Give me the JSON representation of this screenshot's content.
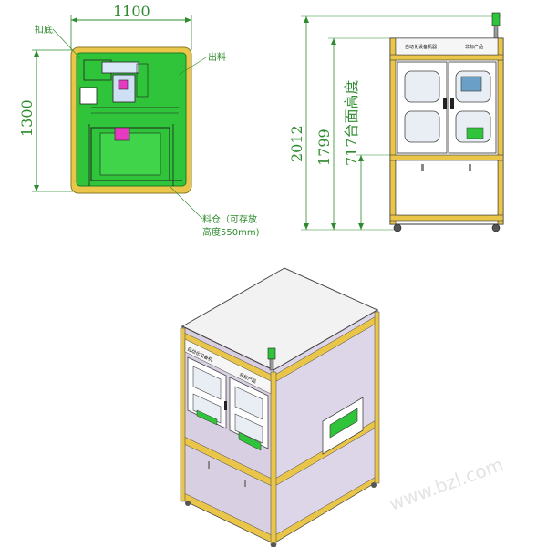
{
  "watermark": "www.bzl.com",
  "top_view": {
    "width_label": "1100",
    "height_label": "1300",
    "label_fill_side": "扣底",
    "label_discharge": "出料",
    "label_bin_line1": "料仓（可存放",
    "label_bin_line2": "高度550mm)"
  },
  "front_view": {
    "total_height_label": "2012",
    "mid_height_label": "1799",
    "table_height_label": "717台面高度",
    "panel_title": "自动化设备机器",
    "panel_subtitle": "非标产品"
  },
  "iso_view": {
    "panel_title": "自动化设备机",
    "panel_subtitle": "非标产品"
  },
  "colors": {
    "frame_yellow": "#e9c64a",
    "frame_green": "#2fc43a",
    "dimension_green": "#2e8b2e",
    "panel_lavender": "#d8d0e2",
    "panel_grey": "#c9c9cf",
    "top_white": "#f2f2f2"
  }
}
